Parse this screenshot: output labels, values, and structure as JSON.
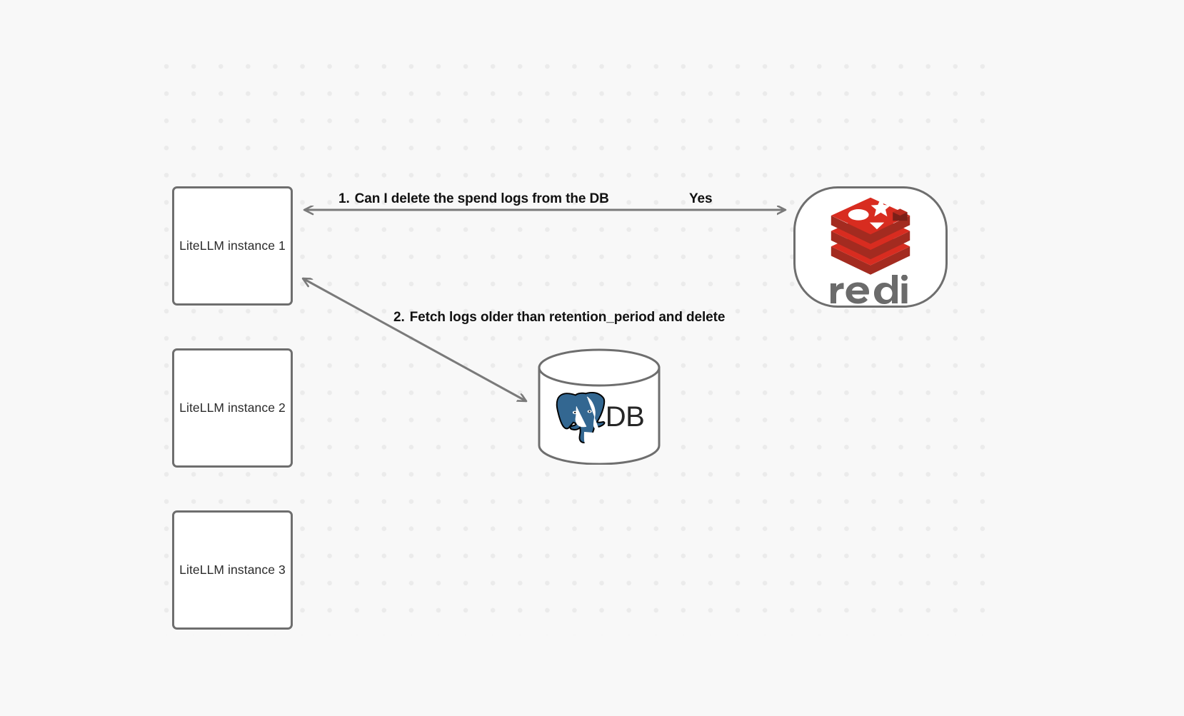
{
  "canvas": {
    "background_color": "#f8f8f8",
    "dot_color": "#ebebeb",
    "stroke_color": "#6e6e6e"
  },
  "nodes": [
    {
      "id": "litellm-1",
      "label": "LiteLLM instance 1",
      "shape": "rounded-rect"
    },
    {
      "id": "litellm-2",
      "label": "LiteLLM instance 2",
      "shape": "rounded-rect"
    },
    {
      "id": "litellm-3",
      "label": "LiteLLM instance 3",
      "shape": "rounded-rect"
    },
    {
      "id": "redis",
      "label": "redis",
      "shape": "squircle",
      "logo": "redis-stack-logo",
      "brand_color": "#d82c20"
    },
    {
      "id": "db",
      "label": "DB",
      "shape": "cylinder",
      "logo": "postgresql-elephant-logo",
      "brand_color": "#336791"
    }
  ],
  "edges": [
    {
      "id": "edge-1",
      "from": "redis",
      "to": "litellm-1",
      "number": "1.",
      "label": "Can I delete the spend logs from the DB",
      "reply_label": "Yes",
      "direction": "bidirectional"
    },
    {
      "id": "edge-2",
      "from": "litellm-1",
      "to": "db",
      "number": "2.",
      "label": "Fetch logs older than retention_period and delete",
      "direction": "bidirectional"
    }
  ]
}
